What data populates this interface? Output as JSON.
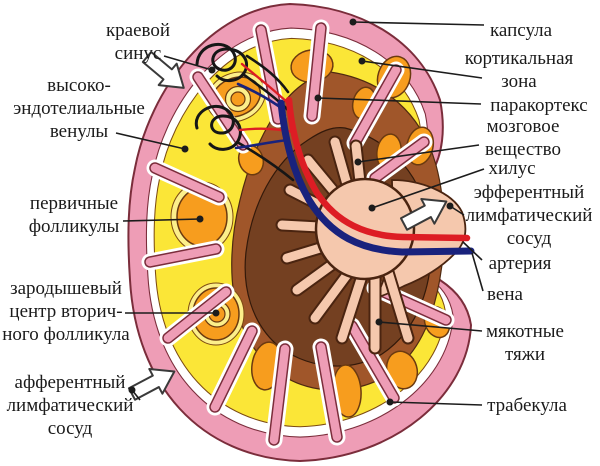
{
  "labels": {
    "marginal_sinus": "краевой\nсинус",
    "hev": "высоко-\nэндотелиальные\nвенулы",
    "primary_follicles": "первичные\nфолликулы",
    "germinal_center": "зародышевый\nцентр вторич-\nного фолликула",
    "afferent_vessel": "афферентный\nлимфатический\nсосуд",
    "capsule": "капсула",
    "cortical_zone": "кортикальная\nзона",
    "paracortex": "паракортекс",
    "medulla": "мозговое\nвещество",
    "hilus": "хилус",
    "efferent_vessel": "эфферентный\nлимфатический\nсосуд",
    "artery": "артерия",
    "vein": "вена",
    "medullary_cords": "мякотные\nтяжи",
    "trabecula": "трабекула"
  },
  "colors": {
    "capsule_pink": "#ee9db6",
    "sinus_white": "#ffffff",
    "cortex_yellow": "#fbe637",
    "follicle_orange": "#f79d1e",
    "follicle_halo": "#fcef8a",
    "paracortex_brown": "#a0562a",
    "medulla_brown": "#744021",
    "hilus_flesh": "#f5c8ad",
    "artery_red": "#dd1d24",
    "vein_blue": "#19227d",
    "hev_black": "#161616",
    "outline_dark": "#7b2d3b",
    "arrow_fill": "#ffffff",
    "leader_black": "#1c1c1c"
  }
}
